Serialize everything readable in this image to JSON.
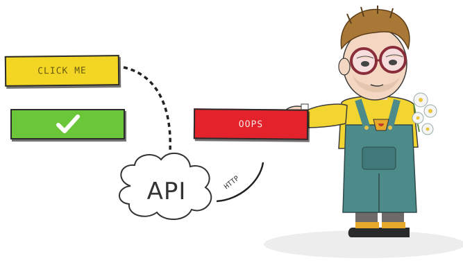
{
  "buttons": {
    "click": {
      "label": "CLICK ME",
      "color": "#f2d623"
    },
    "success": {
      "icon": "checkmark-icon",
      "color": "#6cc63a"
    },
    "error": {
      "label": "OOPS",
      "color": "#e3222b"
    }
  },
  "cloud": {
    "label": "API"
  },
  "arrow": {
    "label": "HTTP"
  },
  "character": {
    "icon": "developer-character-illustration"
  }
}
